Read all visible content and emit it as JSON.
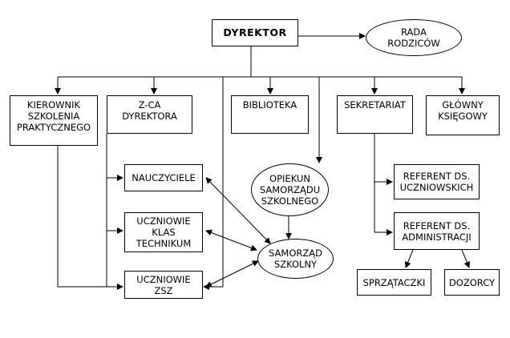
{
  "org": {
    "dyrektor": "DYREKTOR",
    "rada_rodzicow": "RADA\nRODZICÓW",
    "kierownik": "KIEROWNIK\nSZKOLENIA\nPRAKTYCZNEGO",
    "zastepca": "Z-CA\nDYREKTORA",
    "biblioteka": "BIBLIOTEKA",
    "sekretariat": "SEKRETARIAT",
    "glowny_ksiegowy": "GŁÓWNY\nKSIĘGOWY",
    "opiekun": "OPIEKUN\nSAMORZĄDU\nSZKOLNEGO",
    "nauczyciele": "NAUCZYCIELE",
    "uczniowie_technikum": "UCZNIOWIE\nKLAS\nTECHNIKUM",
    "uczniowie_zsz": "UCZNIOWIE\nZSZ",
    "samorzad": "SAMORZĄD\nSZKOLNY",
    "referent_uczniowskich": "REFERENT DS.\nUCZNIOWSKICH",
    "referent_administracji": "REFERENT DS.\nADMINISTRACJI",
    "sprzataczki": "SPRZĄTACZKI",
    "dozorcy": "DOZORCY"
  }
}
